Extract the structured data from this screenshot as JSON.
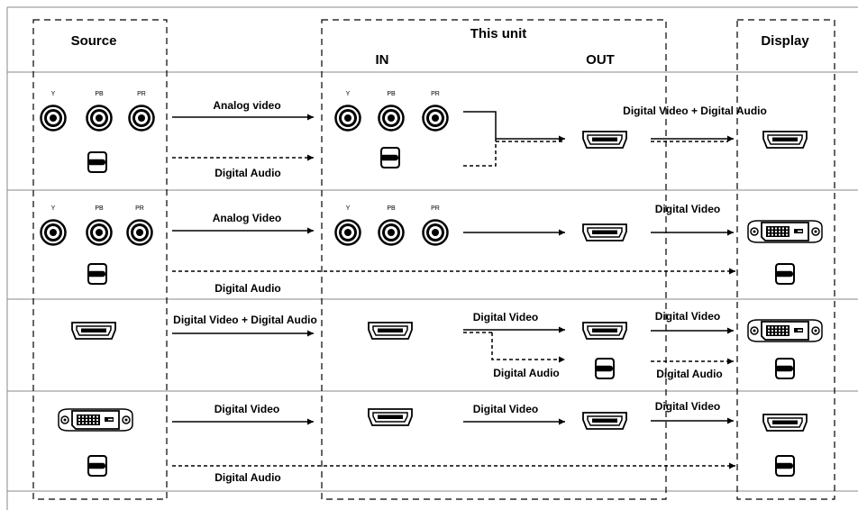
{
  "headers": {
    "source": "Source",
    "this_unit": "This unit",
    "in": "IN",
    "out": "OUT",
    "display": "Display"
  },
  "component_labels": {
    "y": "Y",
    "pb": "PB",
    "pr": "PR"
  },
  "row1": {
    "analog": "Analog video",
    "digital_audio": "Digital Audio",
    "out_label": "Digital Video + Digital Audio"
  },
  "row2": {
    "analog": "Analog Video",
    "digital_audio": "Digital Audio",
    "out_label": "Digital Video"
  },
  "row3": {
    "in_label": "Digital Video + Digital Audio",
    "video": "Digital Video",
    "audio": "Digital Audio",
    "out_video": "Digital Video",
    "out_audio": "Digital Audio"
  },
  "row4": {
    "in_label": "Digital Video",
    "video": "Digital Video",
    "out_label": "Digital Video",
    "digital_audio": "Digital Audio"
  }
}
